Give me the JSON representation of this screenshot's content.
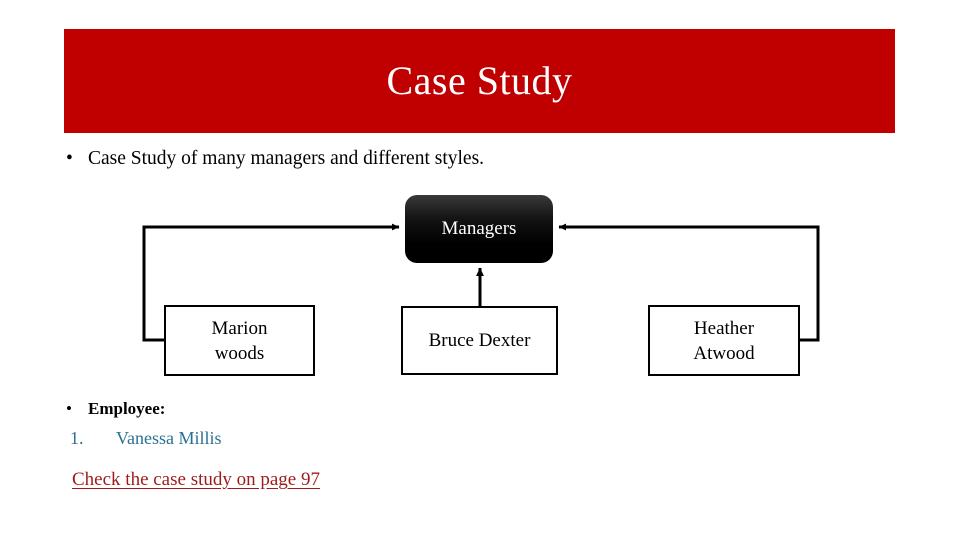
{
  "slide": {
    "title": "Case Study",
    "title_background_color": "#c00000",
    "title_text_color": "#ffffff",
    "background_color": "#ffffff"
  },
  "intro": {
    "bullet_glyph": "•",
    "text": "Case Study of many managers and different styles."
  },
  "diagram": {
    "type": "org-chart",
    "nodes": [
      {
        "id": "managers",
        "label": "Managers",
        "style": "rounded-filled",
        "fill_color": "#000000",
        "text_color": "#ffffff"
      },
      {
        "id": "marion-woods",
        "label": "Marion woods",
        "label_line_1": "Marion",
        "label_line_2": "woods",
        "style": "rectangle-outline",
        "fill_color": "#ffffff",
        "text_color": "#000000"
      },
      {
        "id": "bruce-dexter",
        "label": "Bruce Dexter",
        "label_line_1": "Bruce Dexter",
        "label_line_2": "",
        "style": "rectangle-outline",
        "fill_color": "#ffffff",
        "text_color": "#000000"
      },
      {
        "id": "heather-atwood",
        "label": "Heather Atwood",
        "label_line_1": "Heather",
        "label_line_2": "Atwood",
        "style": "rectangle-outline",
        "fill_color": "#ffffff",
        "text_color": "#000000"
      }
    ],
    "connectors": [
      {
        "from": "marion-woods",
        "to": "managers",
        "shape": "elbow-left",
        "arrow": "to"
      },
      {
        "from": "bruce-dexter",
        "to": "managers",
        "shape": "straight-vertical",
        "arrow": "to"
      },
      {
        "from": "heather-atwood",
        "to": "managers",
        "shape": "elbow-right",
        "arrow": "to"
      }
    ],
    "line_color": "#000000"
  },
  "employee_section": {
    "bullet_glyph": "•",
    "heading": "Employee:",
    "items": [
      {
        "number": "1.",
        "name": "Vanessa Millis",
        "color": "#2b7093"
      }
    ]
  },
  "footer_link": {
    "text": "Check the case study on page 97",
    "color": "#9e1b1b",
    "underlined": true
  }
}
